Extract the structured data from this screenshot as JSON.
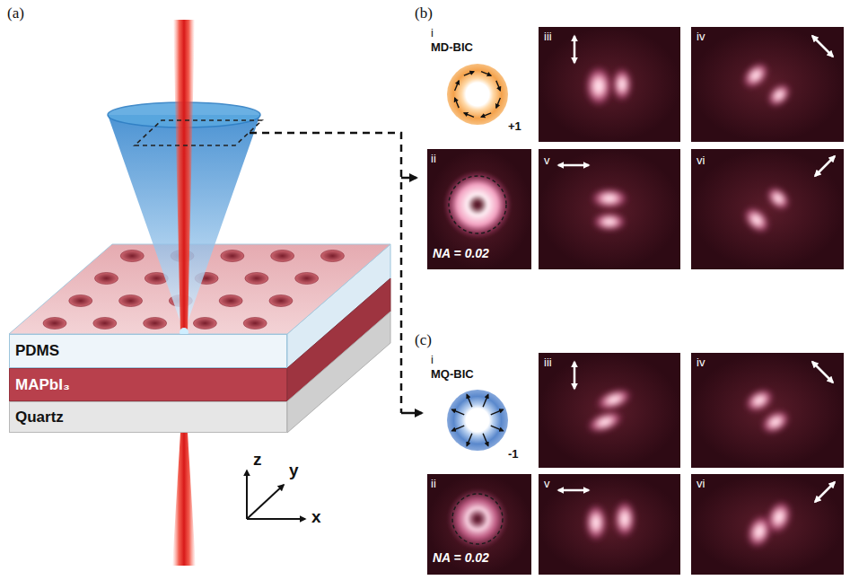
{
  "diagram": {
    "nodes": [
      {
        "text": [
          "PDMS"
        ]
      },
      {
        "text": [
          "MAPbI₃"
        ]
      },
      {
        "text": [
          "Quartz"
        ]
      }
    ],
    "labels": [
      "(a)",
      "(b)",
      "(c)",
      "i",
      "MD-BIC",
      "+1",
      "ii",
      "NA = 0.02",
      "iii",
      "iv",
      "v",
      "vi",
      "i",
      "MQ-BIC",
      "-1",
      "ii",
      "NA = 0.02",
      "iii",
      "iv",
      "v",
      "vi",
      "z",
      "y",
      "x"
    ]
  }
}
